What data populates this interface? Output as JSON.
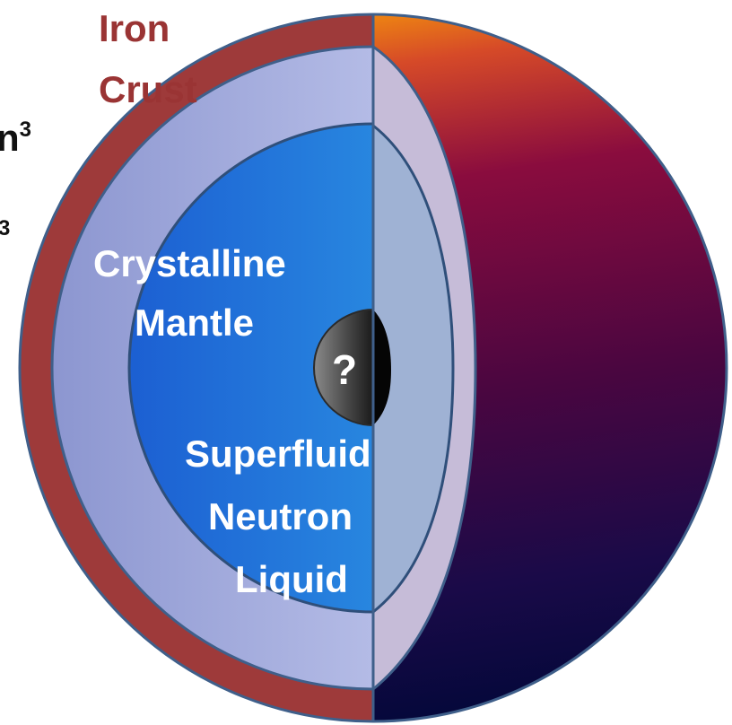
{
  "labels": {
    "iron": "Iron",
    "crust": "Crust",
    "mantle_line1": "Crystalline",
    "mantle_line2": "Mantle",
    "core_mark": "?",
    "liquid_line1": "Superfluid",
    "liquid_line2": "Neutron",
    "liquid_line3": "Liquid",
    "cut_left_1": "n",
    "cut_left_1_sup": "3",
    "cut_left_2_sup": "3"
  },
  "colors": {
    "iron_crust": "#9e3a3a",
    "outline": "#3f5f8a",
    "mantle_light": "#c9cff0",
    "liquid_blue": "#2a7fdc",
    "core_dark": "#111111",
    "surface_orange": "#e0741a",
    "surface_crimson": "#7d0a3f",
    "surface_navy": "#0a0f4a",
    "label_red": "#9a3434",
    "label_white": "#ffffff"
  }
}
